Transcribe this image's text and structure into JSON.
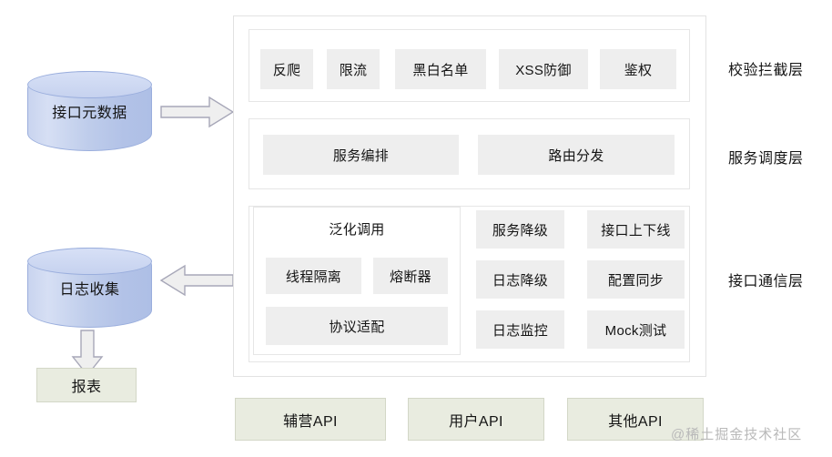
{
  "diagram": {
    "sources": [
      {
        "name": "api-metadata-cylinder",
        "label": "接口元数据"
      },
      {
        "name": "log-collect-cylinder",
        "label": "日志收集"
      }
    ],
    "report_box": {
      "label": "报表"
    },
    "layers": [
      {
        "tag": "校验拦截层",
        "items": [
          "反爬",
          "限流",
          "黑白名单",
          "XSS防御",
          "鉴权"
        ]
      },
      {
        "tag": "服务调度层",
        "items": [
          "服务编排",
          "路由分发"
        ]
      },
      {
        "tag": "接口通信层",
        "group_title": "泛化调用",
        "group_items": [
          "线程隔离",
          "熔断器",
          "协议适配"
        ],
        "grid_items": [
          "服务降级",
          "接口上下线",
          "日志降级",
          "配置同步",
          "日志监控",
          "Mock测试"
        ]
      }
    ],
    "api_boxes": [
      "辅营API",
      "用户API",
      "其他API"
    ],
    "watermark": "@稀土掘金技术社区",
    "colors": {
      "cylinder_fill": "#bfcdeb",
      "chip_fill": "#eeeeee",
      "green_fill": "#e9ece0",
      "border": "#e2e2e2",
      "arrow_fill": "#efefef",
      "arrow_stroke": "#a7a7b8"
    }
  }
}
